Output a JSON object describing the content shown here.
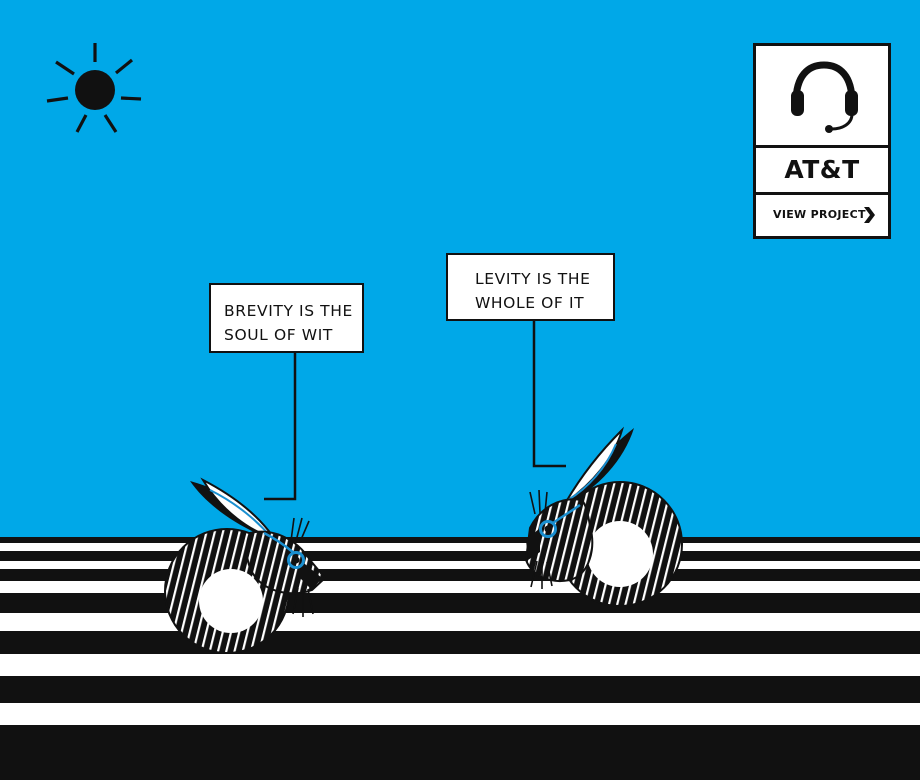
{
  "speech_left": {
    "line1": "BREVITY IS THE",
    "line2": "SOUL OF WIT"
  },
  "speech_right": {
    "line1": "LEVITY IS THE",
    "line2": "WHOLE OF IT"
  },
  "project_card": {
    "title": "AT&T",
    "link_label": "VIEW PROJECT",
    "icon": "headset-icon"
  },
  "icons": {
    "sun": "sun-icon",
    "link_arrow": "chevron-right-icon"
  },
  "colors": {
    "sky": "#00A8E8",
    "ground_dark": "#111111",
    "ground_light": "#ffffff",
    "headset_accent": "#1a8fd0"
  }
}
